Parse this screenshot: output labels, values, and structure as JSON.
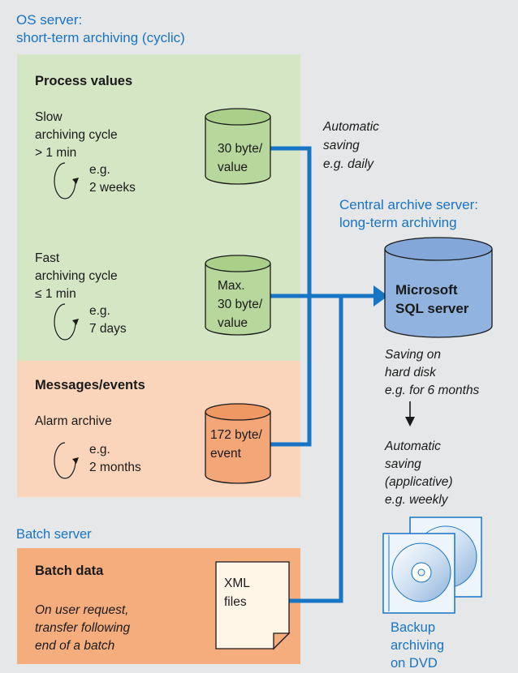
{
  "os_server": {
    "title_line1": "OS server:",
    "title_line2": "short-term archiving (cyclic)"
  },
  "process_values": {
    "heading": "Process values",
    "slow": {
      "line1": "Slow",
      "line2": "archiving cycle",
      "line3": "> 1 min",
      "eg": "e.g.",
      "period": "2 weeks",
      "db_line1": "30 byte/",
      "db_line2": "value"
    },
    "fast": {
      "line1": "Fast",
      "line2": "archiving cycle",
      "line3": "≤ 1 min",
      "eg": "e.g.",
      "period": "7 days",
      "db_line1": "Max.",
      "db_line2": "30 byte/",
      "db_line3": "value"
    }
  },
  "messages": {
    "heading": "Messages/events",
    "alarm": "Alarm archive",
    "eg": "e.g.",
    "period": "2 months",
    "db_line1": "172 byte/",
    "db_line2": "event"
  },
  "automatic_saving": {
    "line1": "Automatic",
    "line2": "saving",
    "line3": "e.g. daily"
  },
  "central": {
    "title_line1": "Central archive server:",
    "title_line2": "long-term archiving",
    "db_line1": "Microsoft",
    "db_line2": "SQL server",
    "saving_line1": "Saving on",
    "saving_line2": "hard disk",
    "saving_line3": "e.g. for 6 months",
    "auto_line1": "Automatic",
    "auto_line2": "saving",
    "auto_line3": "(applicative)",
    "auto_line4": "e.g. weekly"
  },
  "backup": {
    "line1": "Backup",
    "line2": "archiving",
    "line3": "on DVD"
  },
  "batch": {
    "server_title": "Batch server",
    "heading": "Batch data",
    "desc_line1": "On user request,",
    "desc_line2": "transfer following",
    "desc_line3": "end of a batch",
    "file_line1": "XML",
    "file_line2": "files"
  },
  "colors": {
    "background": "#e6e7e8",
    "process_panel": "#d4e6c3",
    "messages_panel": "#fbd5bb",
    "batch_panel": "#f5ad7d",
    "green_db": "#b7d79c",
    "orange_db": "#f3a678",
    "blue_db": "#91b3df",
    "accent_blue": "#1874c4"
  }
}
